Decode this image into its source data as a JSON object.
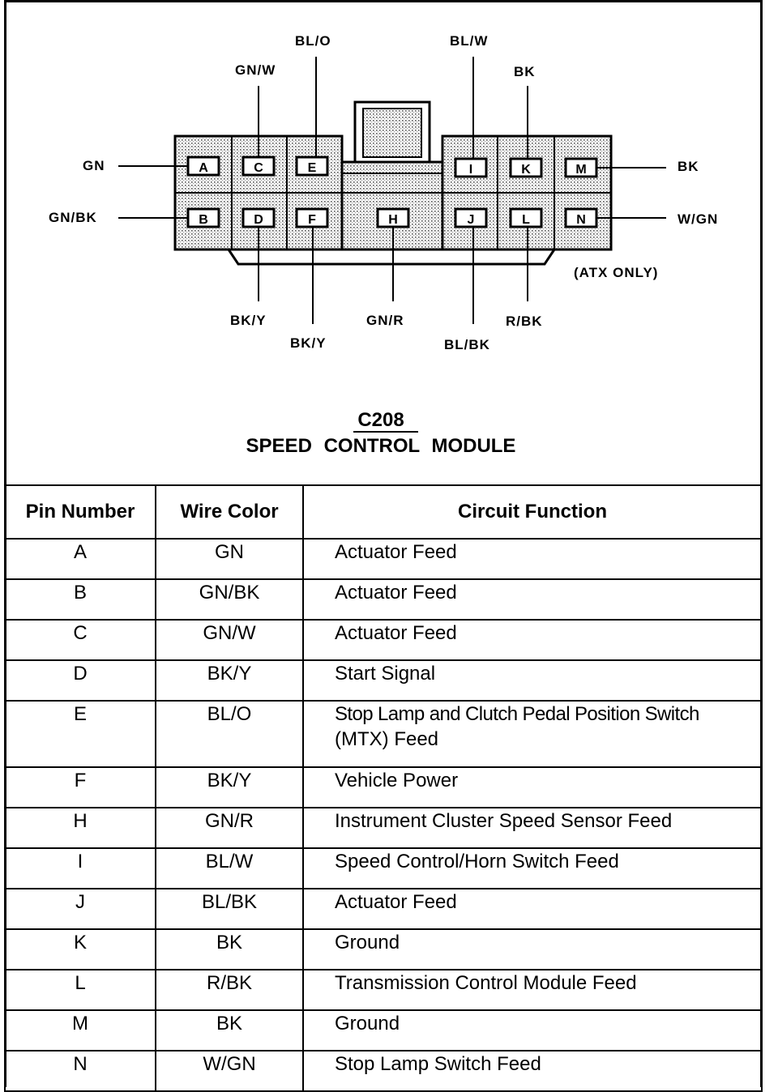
{
  "connector": {
    "id": "C208",
    "name": "SPEED CONTROL MODULE",
    "note": "(ATX ONLY)"
  },
  "pins_visual": [
    {
      "pin": "A",
      "wire": "GN"
    },
    {
      "pin": "B",
      "wire": "GN/BK"
    },
    {
      "pin": "C",
      "wire": "GN/W"
    },
    {
      "pin": "D",
      "wire": "BK/Y"
    },
    {
      "pin": "E",
      "wire": "BL/O"
    },
    {
      "pin": "F",
      "wire": "BK/Y"
    },
    {
      "pin": "H",
      "wire": "GN/R"
    },
    {
      "pin": "I",
      "wire": "BL/W"
    },
    {
      "pin": "J",
      "wire": "BL/BK"
    },
    {
      "pin": "K",
      "wire": "BK"
    },
    {
      "pin": "L",
      "wire": "R/BK"
    },
    {
      "pin": "M",
      "wire": "BK"
    },
    {
      "pin": "N",
      "wire": "W/GN"
    }
  ],
  "table": {
    "headers": [
      "Pin Number",
      "Wire Color",
      "Circuit Function"
    ],
    "rows": [
      {
        "pin": "A",
        "color": "GN",
        "function": "Actuator Feed"
      },
      {
        "pin": "B",
        "color": "GN/BK",
        "function": "Actuator Feed"
      },
      {
        "pin": "C",
        "color": "GN/W",
        "function": "Actuator Feed"
      },
      {
        "pin": "D",
        "color": "BK/Y",
        "function": "Start Signal"
      },
      {
        "pin": "E",
        "color": "BL/O",
        "function": "Stop Lamp and Clutch Pedal Position Switch",
        "function2": "(MTX) Feed"
      },
      {
        "pin": "F",
        "color": "BK/Y",
        "function": "Vehicle Power"
      },
      {
        "pin": "H",
        "color": "GN/R",
        "function": "Instrument Cluster Speed Sensor Feed"
      },
      {
        "pin": "I",
        "color": "BL/W",
        "function": "Speed Control/Horn Switch Feed"
      },
      {
        "pin": "J",
        "color": "BL/BK",
        "function": "Actuator Feed"
      },
      {
        "pin": "K",
        "color": "BK",
        "function": "Ground"
      },
      {
        "pin": "L",
        "color": "R/BK",
        "function": "Transmission Control Module Feed"
      },
      {
        "pin": "M",
        "color": "BK",
        "function": "Ground"
      },
      {
        "pin": "N",
        "color": "W/GN",
        "function": "Stop Lamp Switch Feed"
      }
    ]
  }
}
